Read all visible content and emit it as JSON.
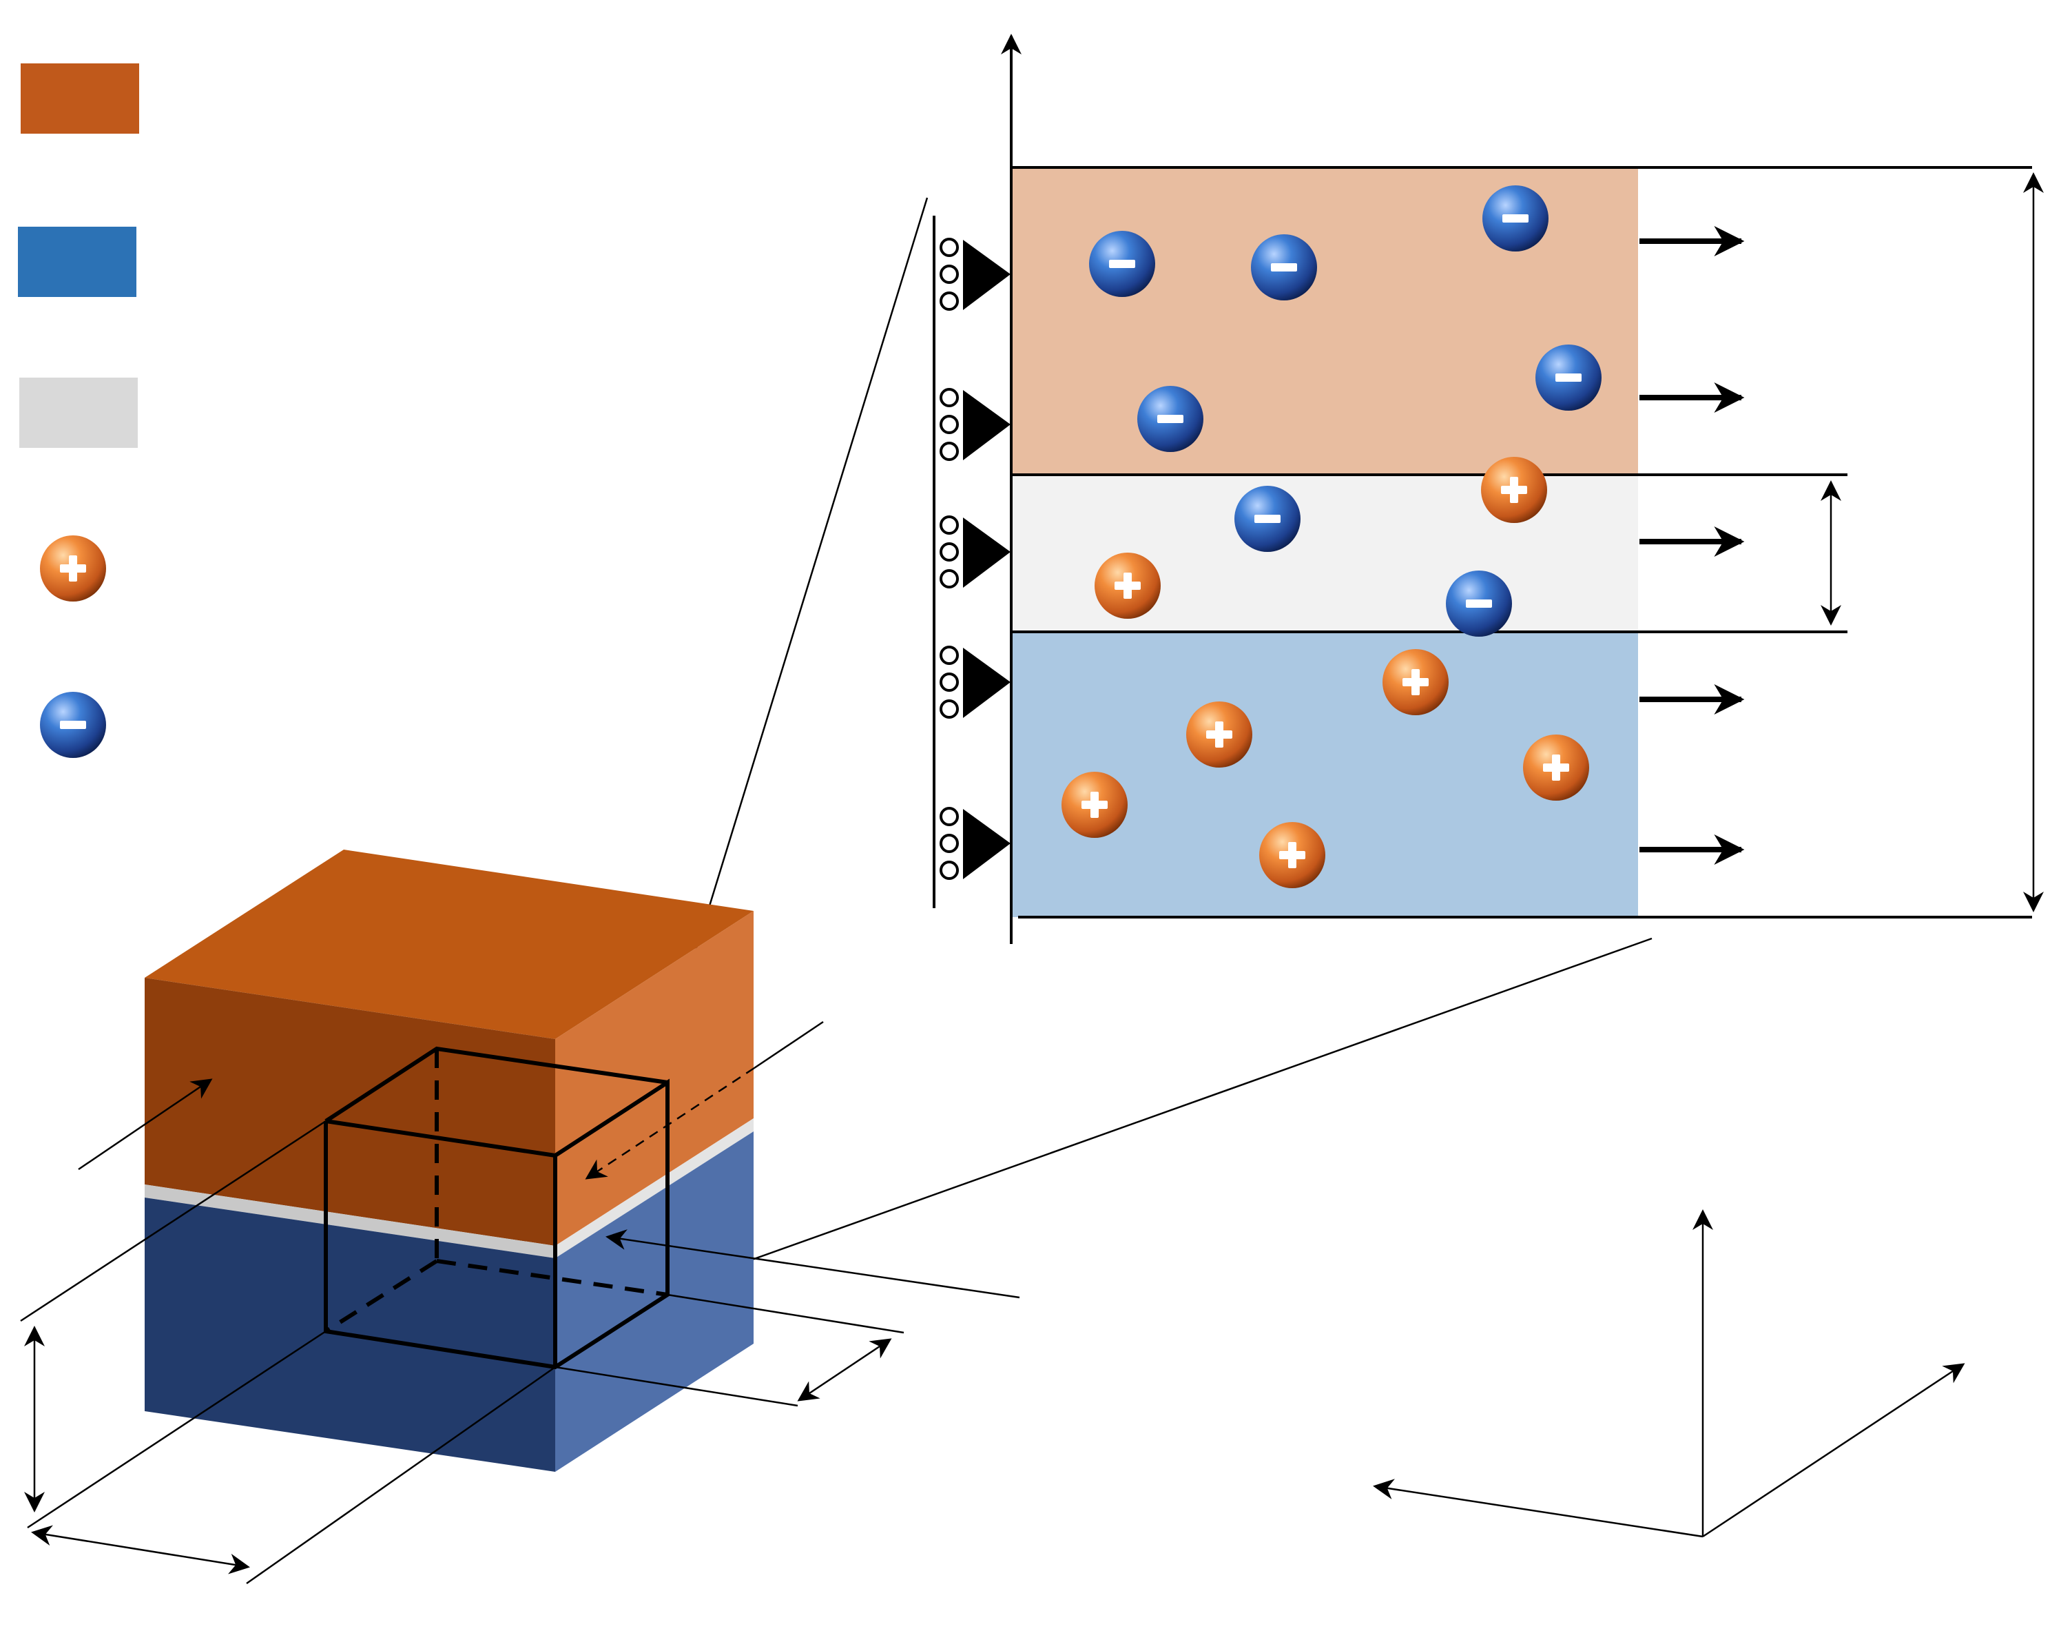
{
  "colors": {
    "p_region": "#c0591b",
    "n_region": "#2c72b5",
    "depletion_region": "#d9d9d9",
    "hole_charge": "#e87a28",
    "electron_charge": "#2e5cb8",
    "p_fill_zoom": "#e8bda0",
    "depletion_fill_zoom": "#f2f2f2",
    "n_fill_zoom": "#abc8e2",
    "cube_top": "#be5913",
    "cube_front_p": "#8f3e0c",
    "cube_side_p": "#d47539",
    "cube_front_n": "#223b6b",
    "cube_side_n": "#5070aa",
    "junction_band": "#c8c8c8"
  },
  "legend": {
    "items": [
      {
        "kind": "p-region-swatch"
      },
      {
        "kind": "n-region-swatch"
      },
      {
        "kind": "depletion-region-swatch"
      },
      {
        "kind": "hole-charge",
        "symbol": "+"
      },
      {
        "kind": "electron-charge",
        "symbol": "−"
      }
    ]
  },
  "zoom_view": {
    "regions": [
      "p-type",
      "depletion",
      "n-type"
    ],
    "charges": [
      {
        "type": "electron",
        "region": "p-type"
      },
      {
        "type": "electron",
        "region": "p-type"
      },
      {
        "type": "electron",
        "region": "p-type"
      },
      {
        "type": "electron",
        "region": "p-type"
      },
      {
        "type": "electron",
        "region": "p-type"
      },
      {
        "type": "hole",
        "region": "depletion"
      },
      {
        "type": "electron",
        "region": "depletion"
      },
      {
        "type": "hole",
        "region": "depletion"
      },
      {
        "type": "electron",
        "region": "depletion"
      },
      {
        "type": "hole",
        "region": "n-type"
      },
      {
        "type": "hole",
        "region": "n-type"
      },
      {
        "type": "hole",
        "region": "n-type"
      },
      {
        "type": "hole",
        "region": "n-type"
      },
      {
        "type": "hole",
        "region": "n-type"
      }
    ],
    "roller_supports": 5,
    "flow_arrows": 5
  },
  "coordinate_axes": {
    "axes": 3
  }
}
